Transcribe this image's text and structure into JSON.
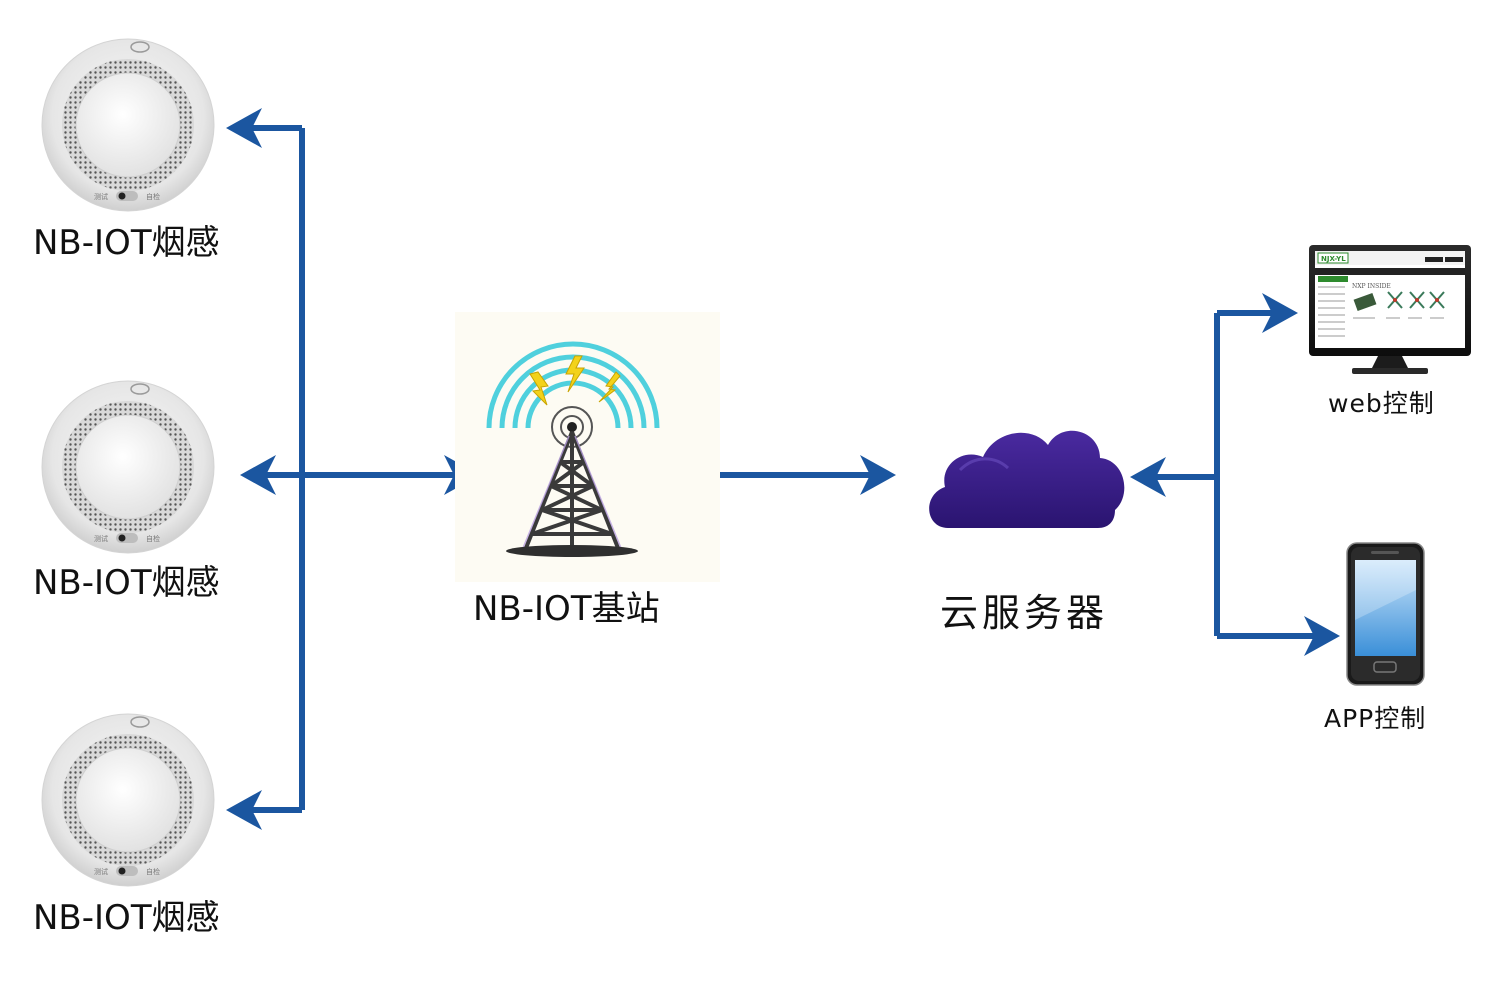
{
  "diagram": {
    "sensors": [
      {
        "label": "NB-IOT烟感"
      },
      {
        "label": "NB-IOT烟感"
      },
      {
        "label": "NB-IOT烟感"
      }
    ],
    "base_station": {
      "label": "NB-IOT基站"
    },
    "cloud_server": {
      "label": "云服务器"
    },
    "web_control": {
      "label": "web控制",
      "site_logo": "NJX-YL"
    },
    "app_control": {
      "label": "APP控制"
    }
  },
  "colors": {
    "arrow": "#1b56a0",
    "cloud": "#3b1f86",
    "signal_wave": "#4fd0dd",
    "lightning": "#f3d21a",
    "tower": "#444444",
    "sensor_body": "#ececec"
  },
  "icons": [
    "smoke-detector-icon",
    "cell-tower-icon",
    "cloud-icon",
    "monitor-icon",
    "smartphone-icon"
  ]
}
